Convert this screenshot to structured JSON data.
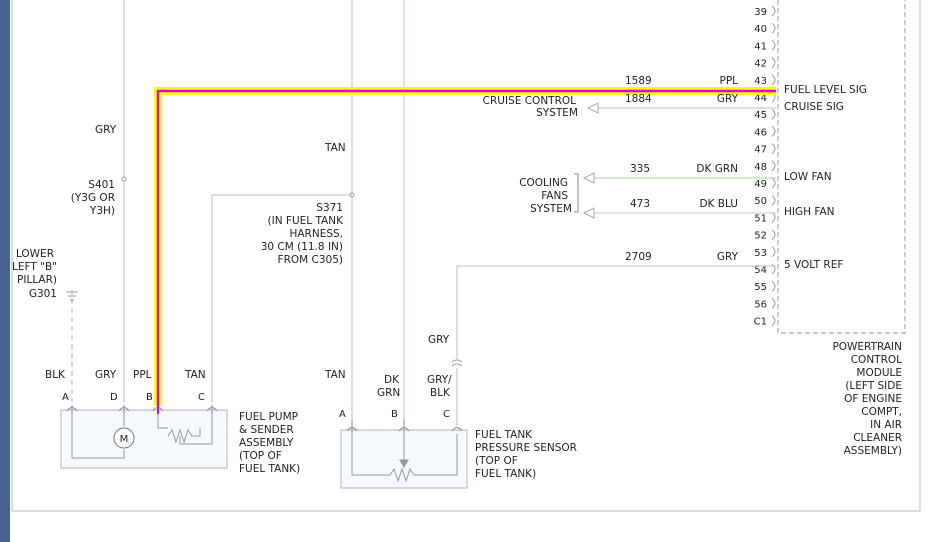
{
  "pcm": {
    "title_lines": [
      "POWERTRAIN",
      "CONTROL",
      "MODULE",
      "(LEFT SIDE",
      "OF ENGINE",
      "COMPT,",
      "IN AIR",
      "CLEANER",
      "ASSEMBLY)"
    ],
    "pins": [
      "39",
      "40",
      "41",
      "42",
      "43",
      "44",
      "45",
      "46",
      "47",
      "48",
      "49",
      "50",
      "51",
      "52",
      "53",
      "54",
      "55",
      "56",
      "C1"
    ],
    "signals": {
      "fuel_level": "FUEL LEVEL SIG",
      "cruise": "CRUISE SIG",
      "low_fan": "LOW FAN",
      "high_fan": "HIGH FAN",
      "ref": "5 VOLT REF"
    }
  },
  "circuits": {
    "c1589": {
      "num": "1589",
      "color": "PPL"
    },
    "c1884": {
      "num": "1884",
      "color": "GRY"
    },
    "c335": {
      "num": "335",
      "color": "DK GRN"
    },
    "c473": {
      "num": "473",
      "color": "DK BLU"
    },
    "c2709": {
      "num": "2709",
      "color": "GRY"
    }
  },
  "systems": {
    "cruise": [
      "CRUISE CONTROL",
      "SYSTEM"
    ],
    "cooling": [
      "COOLING",
      "FANS",
      "SYSTEM"
    ]
  },
  "splices": {
    "s401": [
      "S401",
      "(Y3G OR",
      "Y3H)"
    ],
    "s371": [
      "S371",
      "(IN FUEL TANK",
      "HARNESS,",
      "30 CM (11.8 IN)",
      "FROM C305)"
    ]
  },
  "ground": [
    "LOWER",
    "LEFT \"B\"",
    "PILLAR)",
    "G301"
  ],
  "wire_colors": {
    "gry_top": "GRY",
    "tan_top": "TAN",
    "gry_sensor": "GRY",
    "pump_a": "BLK",
    "pump_d": "GRY",
    "pump_b": "PPL",
    "pump_c": "TAN",
    "sensor_a": "TAN",
    "sensor_b": [
      "DK",
      "GRN"
    ],
    "sensor_c": [
      "GRY/",
      "BLK"
    ]
  },
  "pump": {
    "pins": [
      "A",
      "D",
      "B",
      "C"
    ],
    "motor": "M",
    "title": [
      "FUEL PUMP",
      "& SENDER",
      "ASSEMBLY",
      "(TOP OF",
      "FUEL TANK)"
    ]
  },
  "sensor": {
    "pins": [
      "A",
      "B",
      "C"
    ],
    "title": [
      "FUEL TANK",
      "PRESSURE SENSOR",
      "(TOP OF",
      "FUEL TANK)"
    ]
  },
  "highlight": {
    "outer": "#ffff00",
    "inner": "#e000e0"
  }
}
